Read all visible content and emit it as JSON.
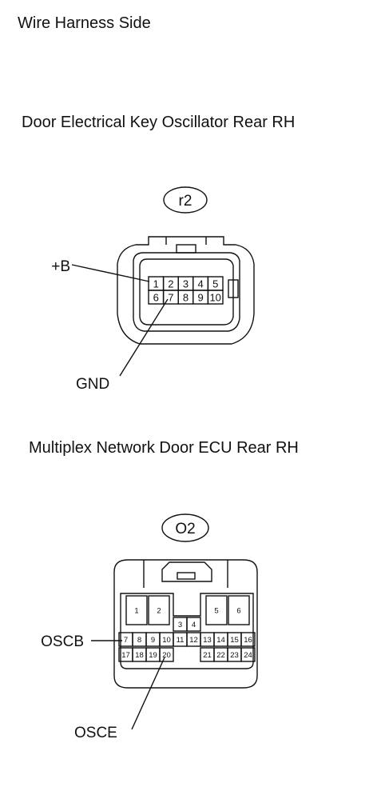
{
  "header": "Wire Harness Side",
  "connector_r2": {
    "title": "Door Electrical Key Oscillator Rear RH",
    "code": "r2",
    "pins": [
      "1",
      "2",
      "3",
      "4",
      "5",
      "6",
      "7",
      "8",
      "9",
      "10"
    ],
    "labels": {
      "plus_b": "+B",
      "gnd": "GND"
    }
  },
  "connector_o2": {
    "title": "Multiplex Network Door ECU Rear RH",
    "code": "O2",
    "pins": [
      "1",
      "2",
      "3",
      "4",
      "5",
      "6",
      "7",
      "8",
      "9",
      "10",
      "11",
      "12",
      "13",
      "14",
      "15",
      "16",
      "17",
      "18",
      "19",
      "20",
      "21",
      "22",
      "23",
      "24"
    ],
    "labels": {
      "oscb": "OSCB",
      "osce": "OSCE"
    }
  }
}
